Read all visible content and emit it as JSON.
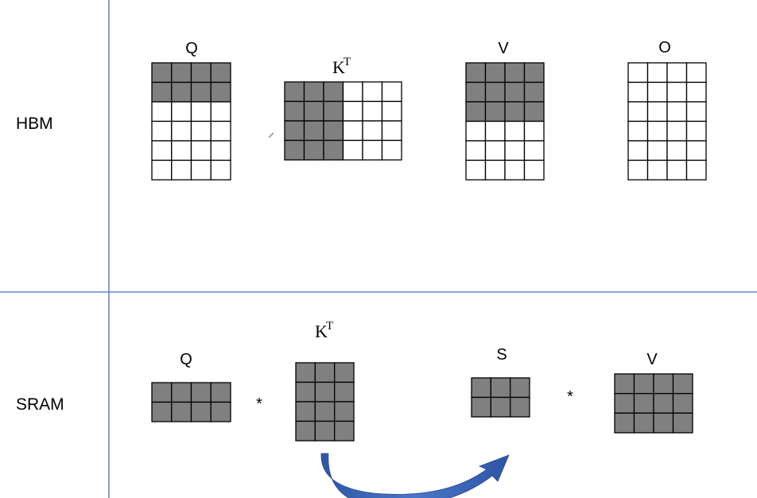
{
  "rows": {
    "hbm_label": "HBM",
    "sram_label": "SRAM"
  },
  "colors": {
    "shaded": "#808080",
    "empty": "#ffffff",
    "divider": "#4472c4",
    "arrow": "#3a63b0"
  },
  "hbm": {
    "q_label": "Q",
    "k_label": "K",
    "k_sup": "T",
    "v_label": "V",
    "o_label": "O"
  },
  "sram": {
    "q_label": "Q",
    "k_label": "K",
    "k_sup": "T",
    "s_label": "S",
    "v_label": "V",
    "mult1": "*",
    "mult2": "*"
  },
  "matrices": {
    "hbm_q": {
      "rows": 6,
      "cols": 4,
      "shaded_rows": [
        0,
        1
      ],
      "shaded_cols": []
    },
    "hbm_kt": {
      "rows": 4,
      "cols": 6,
      "shaded_rows": [],
      "shaded_cols": [
        0,
        1,
        2
      ]
    },
    "hbm_v": {
      "rows": 6,
      "cols": 4,
      "shaded_rows": [
        0,
        1,
        2
      ],
      "shaded_cols": []
    },
    "hbm_o": {
      "rows": 6,
      "cols": 4,
      "shaded_rows": [],
      "shaded_cols": []
    },
    "sram_q": {
      "rows": 2,
      "cols": 4,
      "shaded_rows": [
        0,
        1
      ],
      "shaded_cols": []
    },
    "sram_kt": {
      "rows": 4,
      "cols": 3,
      "shaded_rows": [
        0,
        1,
        2,
        3
      ],
      "shaded_cols": []
    },
    "sram_s": {
      "rows": 2,
      "cols": 3,
      "shaded_rows": [
        0,
        1
      ],
      "shaded_cols": []
    },
    "sram_v": {
      "rows": 3,
      "cols": 4,
      "shaded_rows": [
        0,
        1,
        2
      ],
      "shaded_cols": []
    }
  }
}
